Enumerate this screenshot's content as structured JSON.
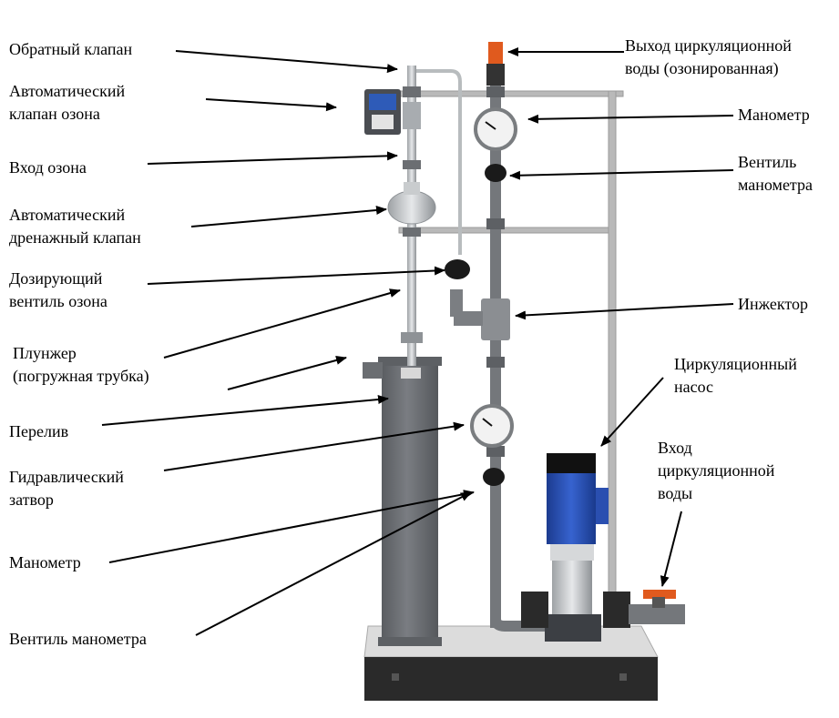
{
  "labels": {
    "check_valve": "Обратный клапан",
    "auto_ozone_valve": [
      "Автоматический",
      "клапан озона"
    ],
    "ozone_inlet": "Вход озона",
    "auto_drain_valve": [
      "Автоматический",
      "дренажный клапан"
    ],
    "ozone_dosing_valve": [
      "Дозирующий",
      "вентиль озона"
    ],
    "plunger": [
      "Плунжер",
      "(погружная трубка)"
    ],
    "overflow": "Перелив",
    "hydraulic_seal": [
      "Гидравлический",
      "затвор"
    ],
    "manometer_lower": "Манометр",
    "manometer_valve_lower": "Вентиль манометра",
    "circ_water_outlet": [
      "Выход циркуляционной",
      "воды  (озонированная)"
    ],
    "manometer_upper": "Манометр",
    "manometer_valve_upper": [
      "Вентиль",
      "манометра"
    ],
    "injector": "Инжектор",
    "circ_pump": [
      "Циркуляционный",
      "насос"
    ],
    "circ_water_inlet": [
      "Вход",
      "циркуляционной",
      "воды"
    ]
  },
  "colors": {
    "frame": "#b9b9b9",
    "column": "#6b6e72",
    "pvc_pipe": "#74777b",
    "steel": "#c9ccce",
    "pump_motor": "#2a4fb0",
    "valve_handle": "#e05a1e",
    "base": "#2a2a2a",
    "base_top": "#dcdcdc"
  }
}
